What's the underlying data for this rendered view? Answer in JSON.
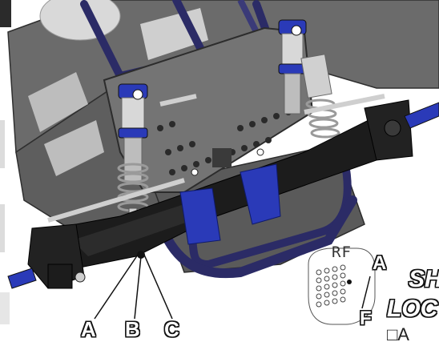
{
  "callouts": {
    "a": "A",
    "b": "B",
    "c": "C"
  },
  "card": {
    "label": "RF",
    "letter_top": "A",
    "letter_bottom": "F"
  },
  "side_text": {
    "line1": "SH",
    "line2": "LOC",
    "line3": "□A"
  },
  "colors": {
    "chassis": "#5b5b5b",
    "tube": "#2b2b66",
    "blue_part": "#2a3ab8",
    "black_part": "#1c1c1c",
    "silver": "#cfcfcf"
  },
  "icons": [
    "shock-absorber-icon",
    "bumper-icon",
    "axle-icon"
  ]
}
